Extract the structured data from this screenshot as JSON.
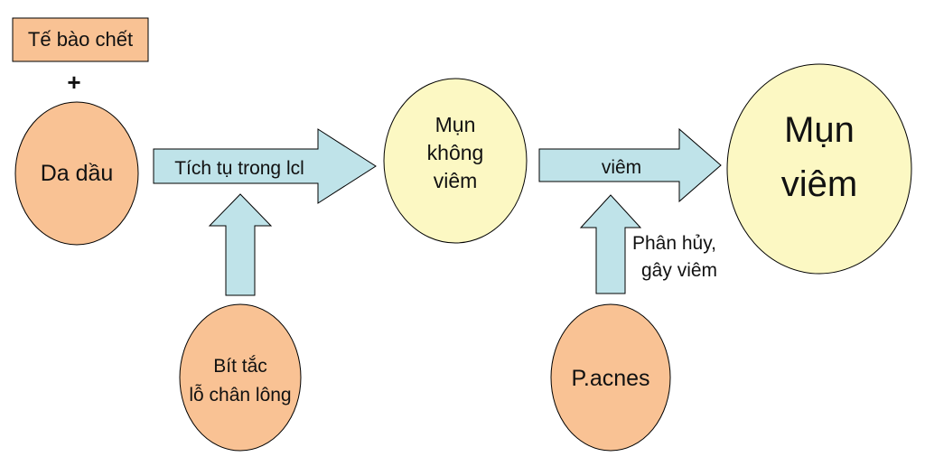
{
  "colors": {
    "orange_node": "#F9C294",
    "yellow_node": "#FCF8C3",
    "arrow_fill": "#BFE3E9",
    "stroke": "#000000",
    "label_box": "#F9C294"
  },
  "diagram": {
    "dead_cells_label": "Tế bào chết",
    "plus_sign": "+",
    "oily_skin": "Da dầu",
    "accumulate_arrow": "Tích tụ trong lcl",
    "pore_blockage": [
      "Bít tắc",
      "lỗ chân lông"
    ],
    "noninflamed_acne": [
      "Mụn",
      "không",
      "viêm"
    ],
    "inflamed_arrow": "viêm",
    "decompose_label": [
      "Phân hủy,",
      "gây viêm"
    ],
    "p_acnes": "P.acnes",
    "inflamed_acne": [
      "Mụn",
      "viêm"
    ]
  }
}
